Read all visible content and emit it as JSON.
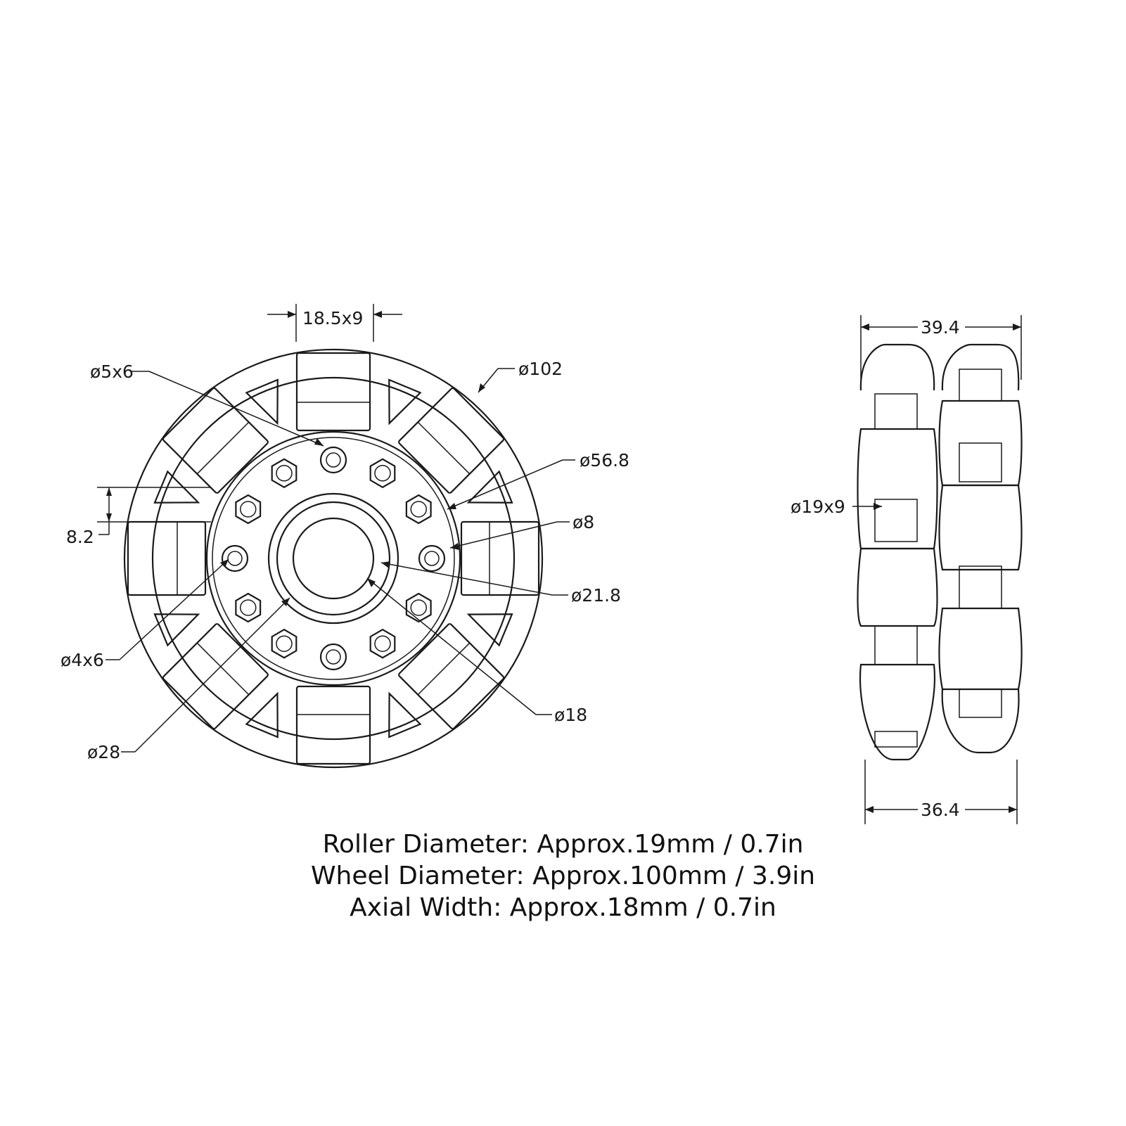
{
  "front_view": {
    "dimensions": {
      "d102": "ø102",
      "d56_8": "ø56.8",
      "d8": "ø8",
      "d21_8": "ø21.8",
      "d18": "ø18",
      "d28": "ø28",
      "d4x6": "ø4x6",
      "d5x6": "ø5x6",
      "w18_5x9": "18.5x9",
      "h8_2": "8.2"
    }
  },
  "side_view": {
    "dimensions": {
      "top_width": "39.4",
      "bottom_width": "36.4",
      "roller": "ø19x9"
    }
  },
  "caption": {
    "line1": "Roller Diameter: Approx.19mm / 0.7in",
    "line2": "Wheel Diameter: Approx.100mm / 3.9in",
    "line3": "Axial Width: Approx.18mm / 0.7in"
  }
}
